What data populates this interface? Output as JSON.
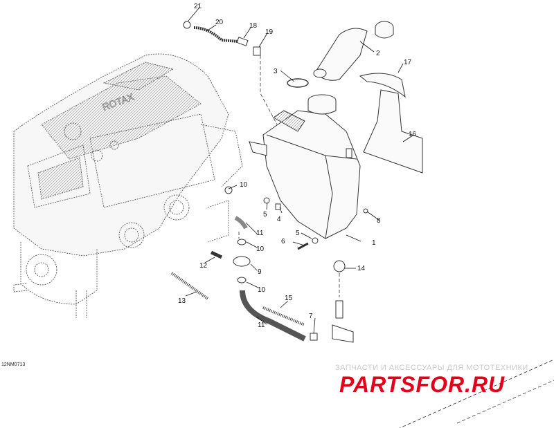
{
  "diagram_code": "12NM0713",
  "watermark": {
    "tagline": "ЗАПЧАСТИ И АКСЕССУАРЫ ДЛЯ МОТОТЕХНИКИ",
    "logo_text": "PARTSFOR.RU",
    "logo_color": "#e3001b"
  },
  "engine_brand": "ROTAX",
  "callouts": [
    "1",
    "2",
    "3",
    "4",
    "5",
    "5",
    "6",
    "7",
    "8",
    "9",
    "10",
    "10",
    "10",
    "11",
    "11",
    "12",
    "13",
    "14",
    "15",
    "16",
    "17",
    "18",
    "19",
    "20",
    "21"
  ]
}
